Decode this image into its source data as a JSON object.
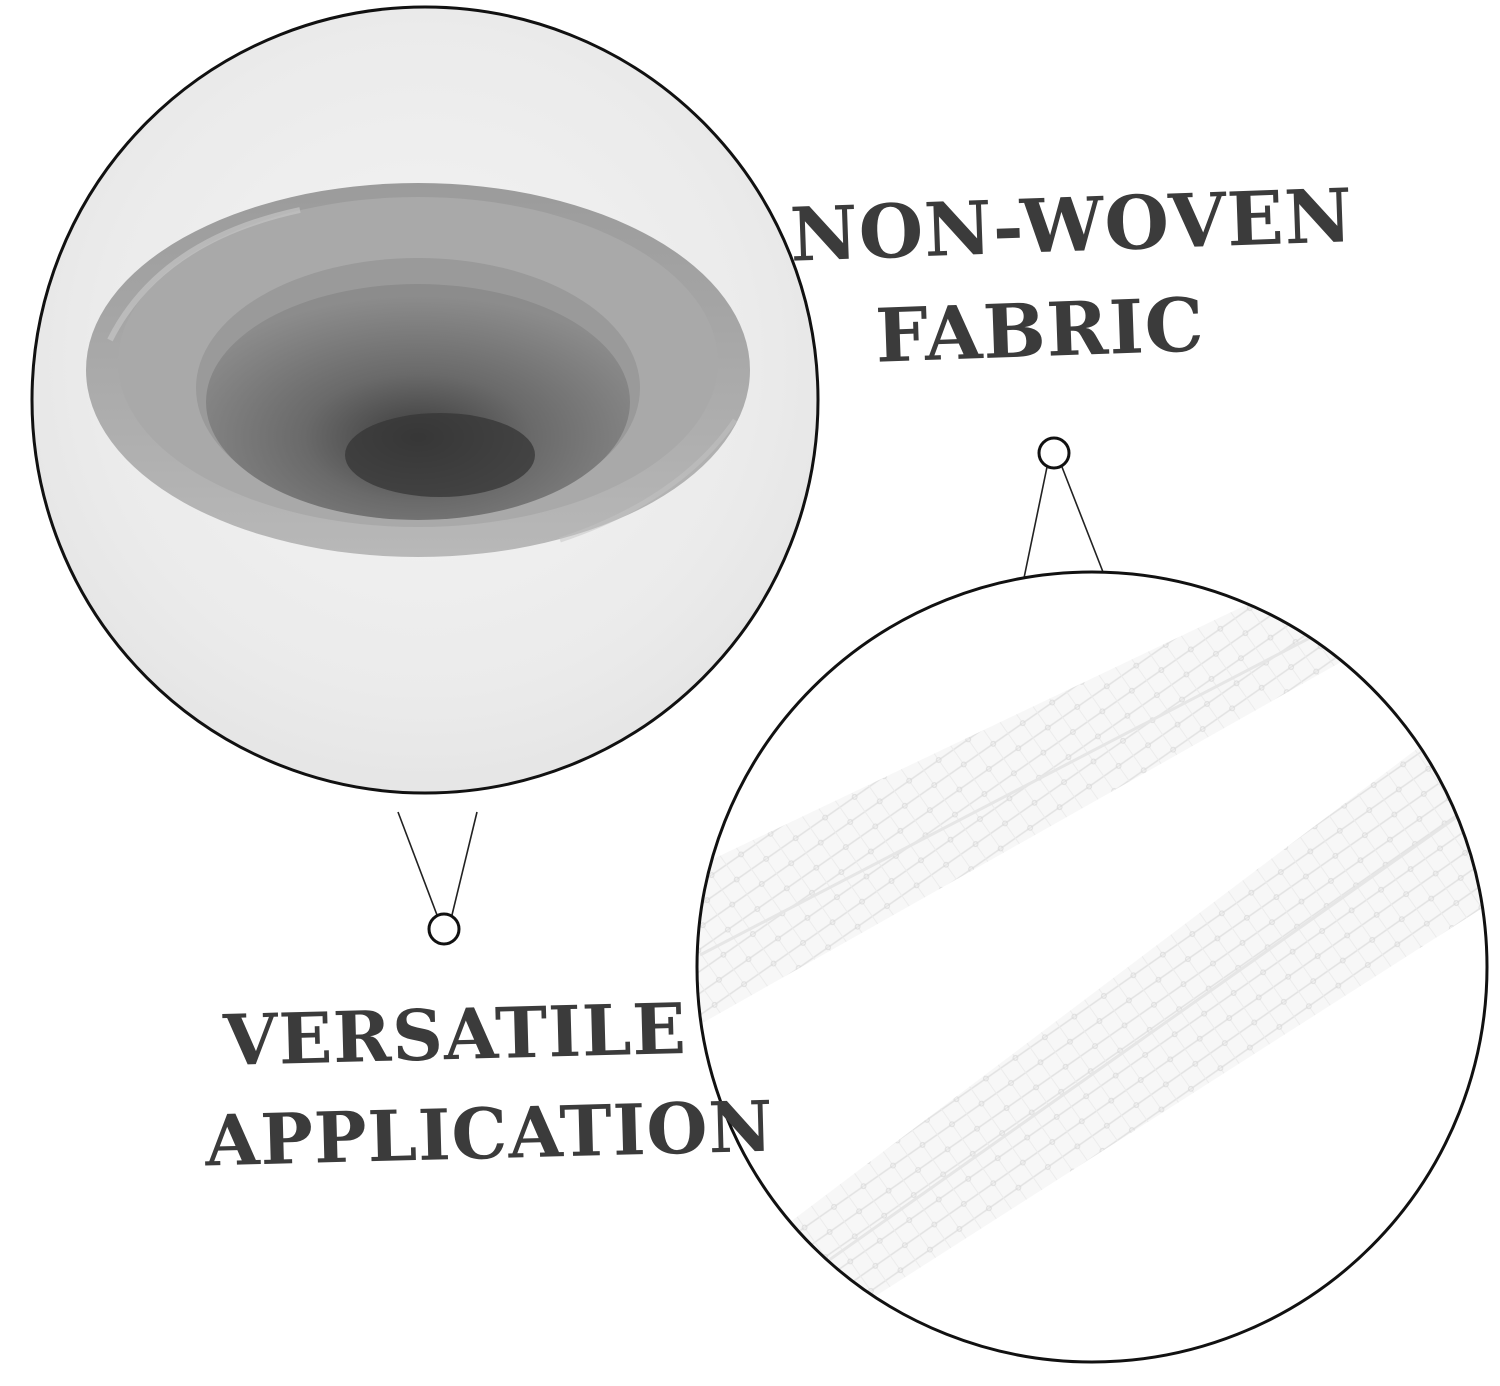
{
  "callouts": {
    "top_right": {
      "line1": "NON-WOVEN",
      "line2": "FABRIC"
    },
    "bottom_left": {
      "line1": "VERSATILE",
      "line2": "APPLICATION"
    }
  },
  "colors": {
    "text": "#3b3b3b",
    "outline": "#111111",
    "background": "#ffffff",
    "grommet": "#8f8f8f",
    "fabric": "#f6f6f6"
  },
  "images": {
    "left_circle": "grommet-closeup",
    "right_circle": "non-woven-fabric-texture"
  }
}
